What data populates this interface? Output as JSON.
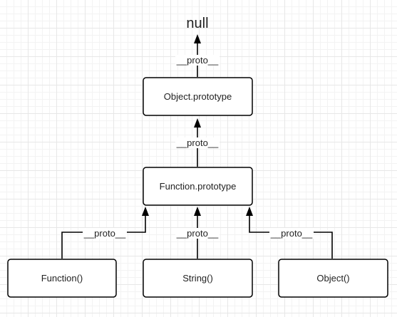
{
  "nodes": {
    "null": "null",
    "object_prototype": "Object.prototype",
    "function_prototype": "Function.prototype",
    "function_ctor": "Function()",
    "string_ctor": "String()",
    "object_ctor": "Object()"
  },
  "edges": {
    "object_prototype_to_null": "__proto__",
    "function_prototype_to_object_prototype": "__proto__",
    "function_ctor_to_function_prototype": "__proto__",
    "string_ctor_to_function_prototype": "__proto__",
    "object_ctor_to_function_prototype": "__proto__"
  },
  "colors": {
    "stroke": "#000000",
    "text": "#222222",
    "box_fill": "#ffffff"
  }
}
